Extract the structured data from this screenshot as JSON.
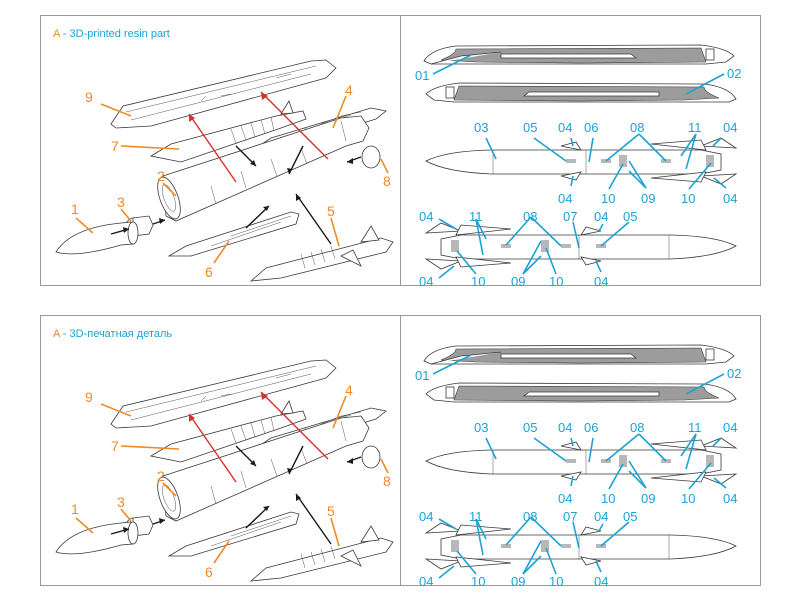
{
  "colors": {
    "part_number": "#f08a24",
    "decal_number": "#1ba3d6",
    "assembly_arrow": "#1a1a1a",
    "attachment_arrow": "#d8312a",
    "panel_border": "#9a9a9a",
    "decal_area": "#9c9c9c"
  },
  "panels": {
    "assembly_en": {
      "caption_letter": "A",
      "caption_text": " - 3D-printed resin part",
      "part_labels": [
        "1",
        "2",
        "3",
        "4",
        "5",
        "6",
        "7",
        "8",
        "9"
      ]
    },
    "decals_top": {
      "side_labels": [
        "01",
        "02"
      ],
      "upper_view_labels": {
        "top": [
          "03",
          "05",
          "04",
          "06",
          "08",
          "11",
          "04"
        ],
        "bottom": [
          "04",
          "10",
          "09",
          "10",
          "04"
        ]
      },
      "lower_view_labels": {
        "top": [
          "04",
          "11",
          "08",
          "07",
          "04",
          "05"
        ],
        "bottom": [
          "04",
          "10",
          "09",
          "10",
          "04"
        ]
      }
    },
    "assembly_ru": {
      "caption_letter": "A",
      "caption_text": " - 3D-печатная деталь",
      "part_labels": [
        "1",
        "2",
        "3",
        "4",
        "5",
        "6",
        "7",
        "8",
        "9"
      ]
    },
    "decals_bottom": {
      "side_labels": [
        "01",
        "02"
      ],
      "upper_view_labels": {
        "top": [
          "03",
          "05",
          "04",
          "06",
          "08",
          "11",
          "04"
        ],
        "bottom": [
          "04",
          "10",
          "09",
          "10",
          "04"
        ]
      },
      "lower_view_labels": {
        "top": [
          "04",
          "11",
          "08",
          "07",
          "04",
          "05"
        ],
        "bottom": [
          "04",
          "10",
          "09",
          "10",
          "04"
        ]
      }
    }
  }
}
